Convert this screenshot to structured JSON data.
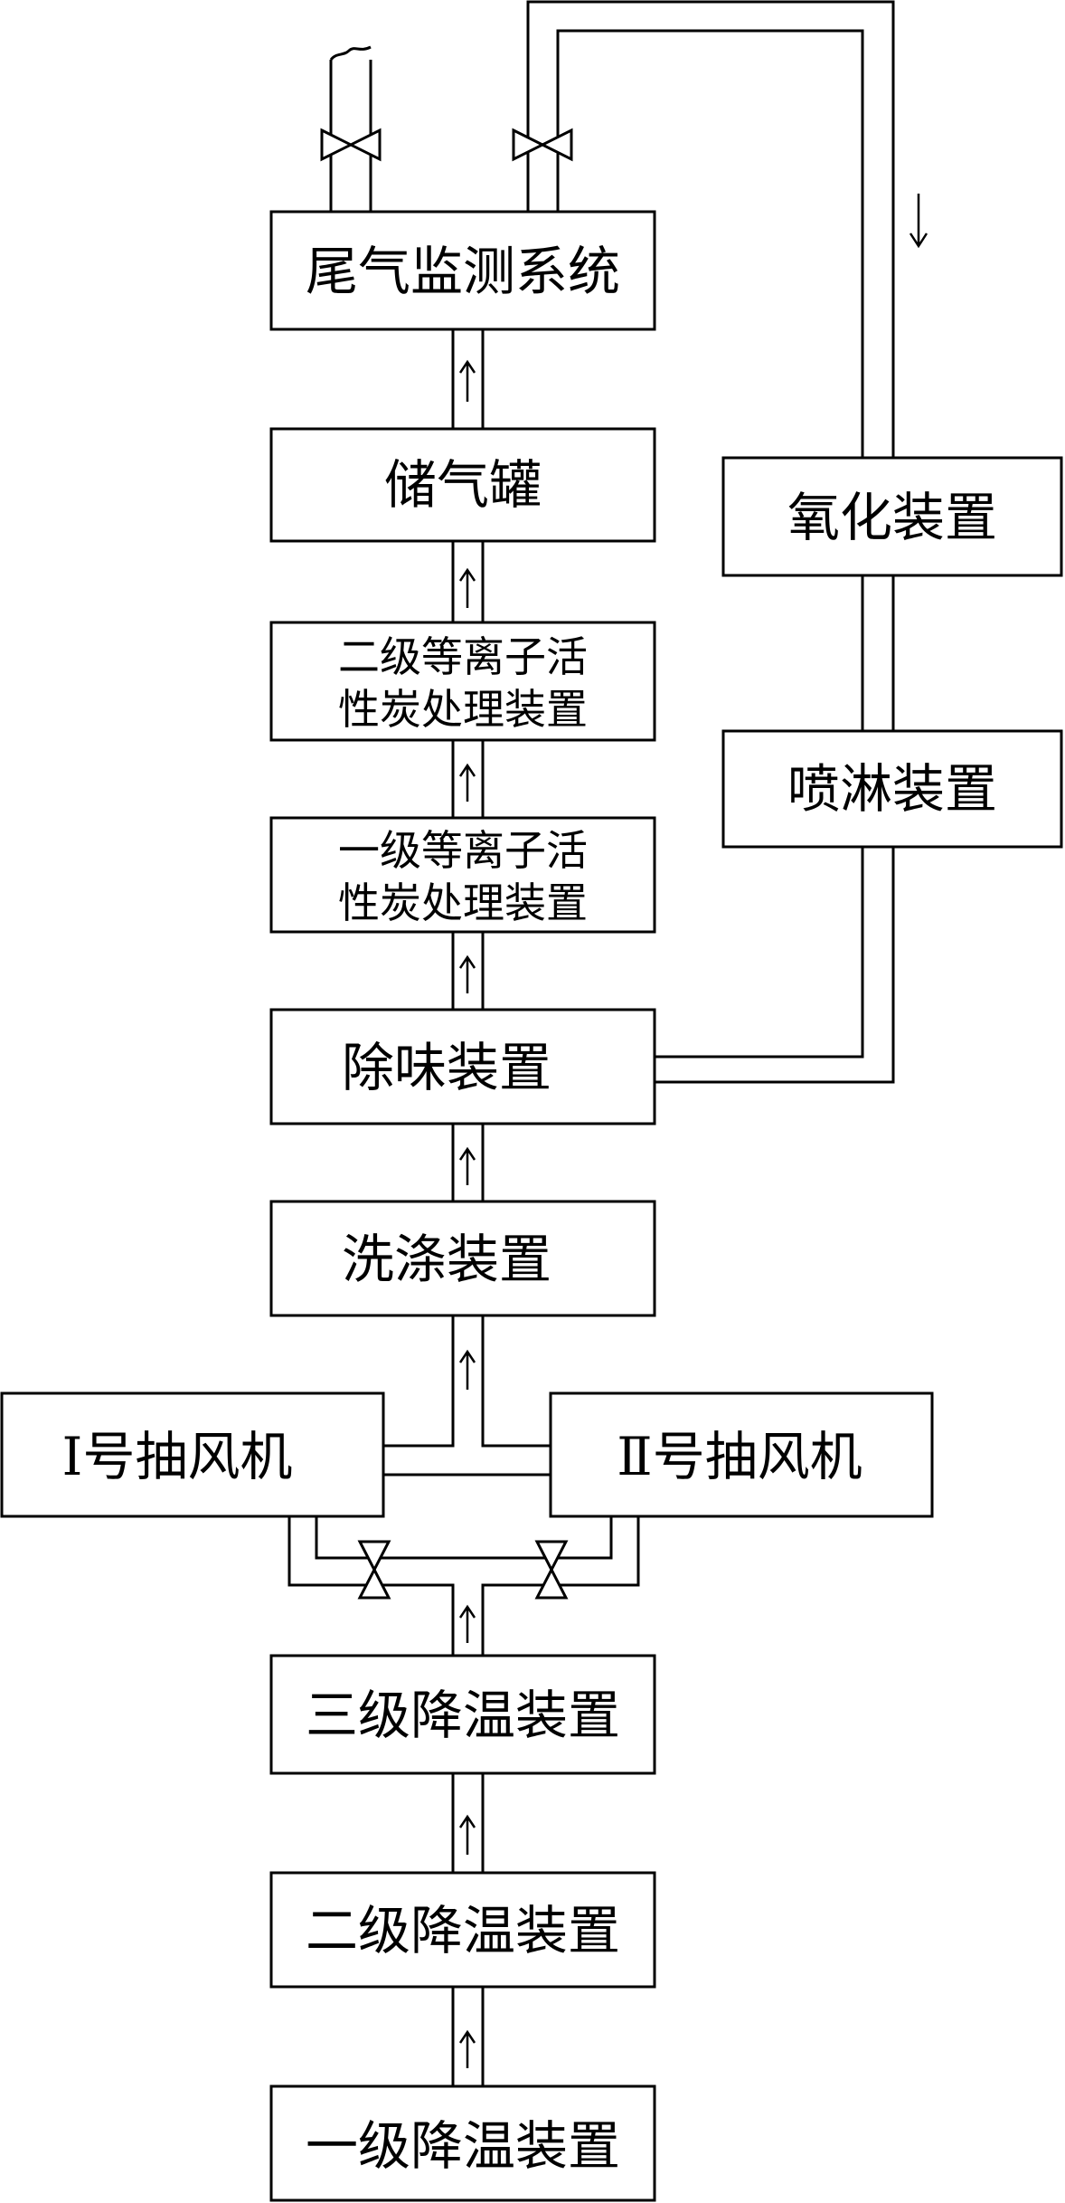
{
  "diagram": {
    "boxes": {
      "tail_gas_monitor": "尾气监测系统",
      "gas_tank": "储气罐",
      "stage2_plasma": [
        "二级等离子活",
        "性炭处理装置"
      ],
      "stage1_plasma": [
        "一级等离子活",
        "性炭处理装置"
      ],
      "deodorizer": "除味装置",
      "washer": "洗涤装置",
      "fan1": "Ⅰ号抽风机",
      "fan2": "Ⅱ号抽风机",
      "cool3": "三级降温装置",
      "cool2": "二级降温装置",
      "cool1": "一级降温装置",
      "oxidizer": "氧化装置",
      "sprayer": "喷淋装置"
    }
  }
}
